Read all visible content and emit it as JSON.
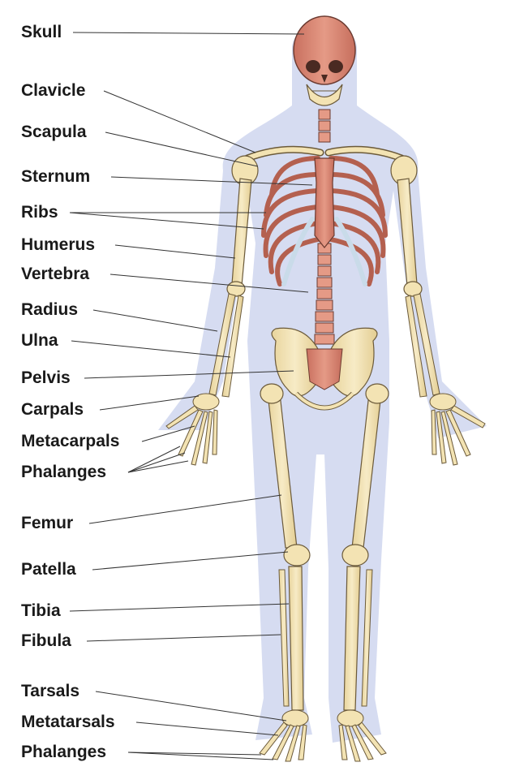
{
  "labels": {
    "skull": "Skull",
    "clavicle": "Clavicle",
    "scapula": "Scapula",
    "sternum": "Sternum",
    "ribs": "Ribs",
    "humerus": "Humerus",
    "vertebra": "Vertebra",
    "radius": "Radius",
    "ulna": "Ulna",
    "pelvis": "Pelvis",
    "carpals": "Carpals",
    "metacarpals": "Metacarpals",
    "phalanges_hand": "Phalanges",
    "femur": "Femur",
    "patella": "Patella",
    "tibia": "Tibia",
    "fibula": "Fibula",
    "tarsals": "Tarsals",
    "metatarsals": "Metatarsals",
    "phalanges_foot": "Phalanges"
  },
  "colors": {
    "bone": "#f3e3b3",
    "bone_outline": "#6b5a3a",
    "axial_bone": "#d98876",
    "cartilage": "#c9dbe9",
    "body_silhouette": "#cdd5ee",
    "leader_line": "#333333"
  }
}
